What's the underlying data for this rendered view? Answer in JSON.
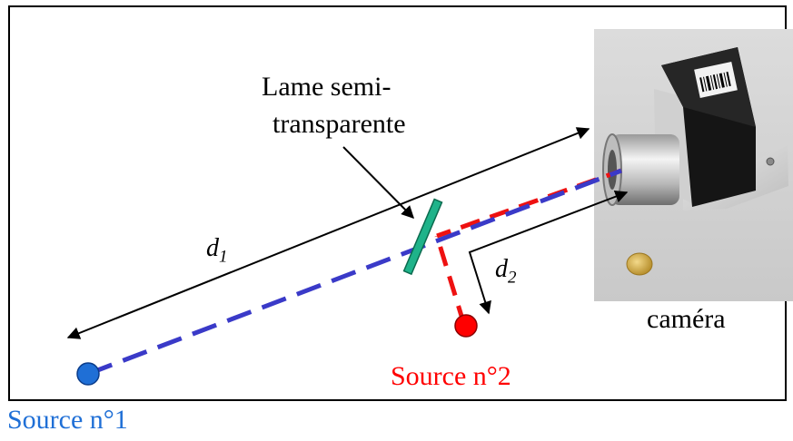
{
  "labels": {
    "lame_line1": "Lame semi-",
    "lame_line2": "transparente",
    "d1_main": "d",
    "d1_sub": "1",
    "d2_main": "d",
    "d2_sub": "2",
    "camera": "caméra",
    "source1": "Source n°1",
    "source2": "Source n°2"
  },
  "colors": {
    "source1": "#1f6fd6",
    "source2": "#ff0000",
    "blue_path": "#3a3ac8",
    "red_path": "#ee1111",
    "plate": "#1fb38a",
    "frame": "#000000"
  },
  "icons": {
    "camera_photo": "camera-photo",
    "coin": "coin-icon"
  }
}
